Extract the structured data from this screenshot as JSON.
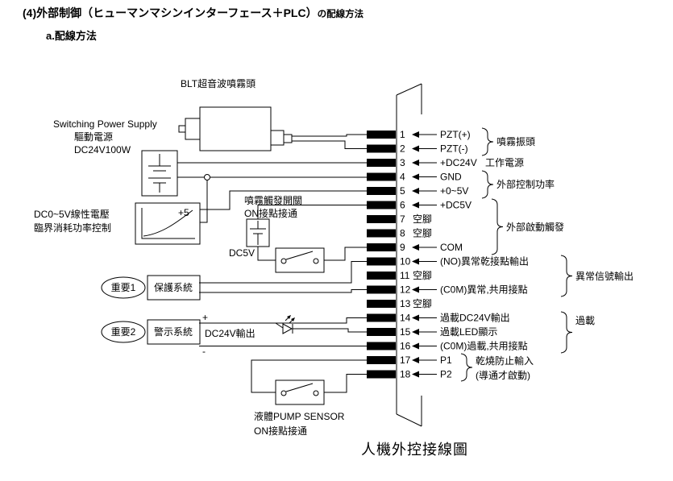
{
  "header": {
    "title_main": "(4)外部制御（ヒューマンマシンインターフェース＋PLC）",
    "title_suffix": "の配線方法",
    "subtitle": "a.配線方法"
  },
  "caption": "人機外控接線圖",
  "components": {
    "spray_head": "BLT超音波噴霧頭",
    "psu_line1": "Switching Power Supply",
    "psu_line2": "驅動電源",
    "psu_line3": "DC24V100W",
    "dc05_line1": "DC0~5V線性電壓",
    "dc05_line2": "臨界消耗功率控制",
    "dc05_plus5": "+5",
    "trigger_line1": "噴霧觸發開關",
    "trigger_line2": "ON接點接通",
    "trigger_batt": "DC5V",
    "important1": "重要1",
    "protect": "保護系統",
    "important2": "重要2",
    "alarm": "警示系統",
    "alarm_out": "DC24V輸出",
    "plus": "+",
    "minus": "-",
    "pump_line1": "液體PUMP SENSOR",
    "pump_line2": "ON接點接通"
  },
  "pins": [
    {
      "no": "1",
      "label": "PZT(+)"
    },
    {
      "no": "2",
      "label": "PZT(-)"
    },
    {
      "no": "3",
      "label": "+DC24V"
    },
    {
      "no": "4",
      "label": "GND"
    },
    {
      "no": "5",
      "label": "+0~5V"
    },
    {
      "no": "6",
      "label": "+DC5V"
    },
    {
      "no": "7",
      "label": "空腳"
    },
    {
      "no": "8",
      "label": "空腳"
    },
    {
      "no": "9",
      "label": "COM"
    },
    {
      "no": "10",
      "label": "(NO)異常乾接點輸出"
    },
    {
      "no": "11",
      "label": "空腳"
    },
    {
      "no": "12",
      "label": "(C0M)異常,共用接點"
    },
    {
      "no": "13",
      "label": "空腳"
    },
    {
      "no": "14",
      "label": "過載DC24V輸出"
    },
    {
      "no": "15",
      "label": "過載LED顯示"
    },
    {
      "no": "16",
      "label": "(C0M)過載,共用接點"
    },
    {
      "no": "17",
      "label": "P1"
    },
    {
      "no": "18",
      "label": "P2"
    }
  ],
  "groups": [
    "噴霧振頭",
    "工作電源",
    "外部控制功率",
    "外部啟動觸發",
    "異常信號輸出",
    "過載",
    "乾燒防止輸入",
    "(導通才啟動)"
  ]
}
